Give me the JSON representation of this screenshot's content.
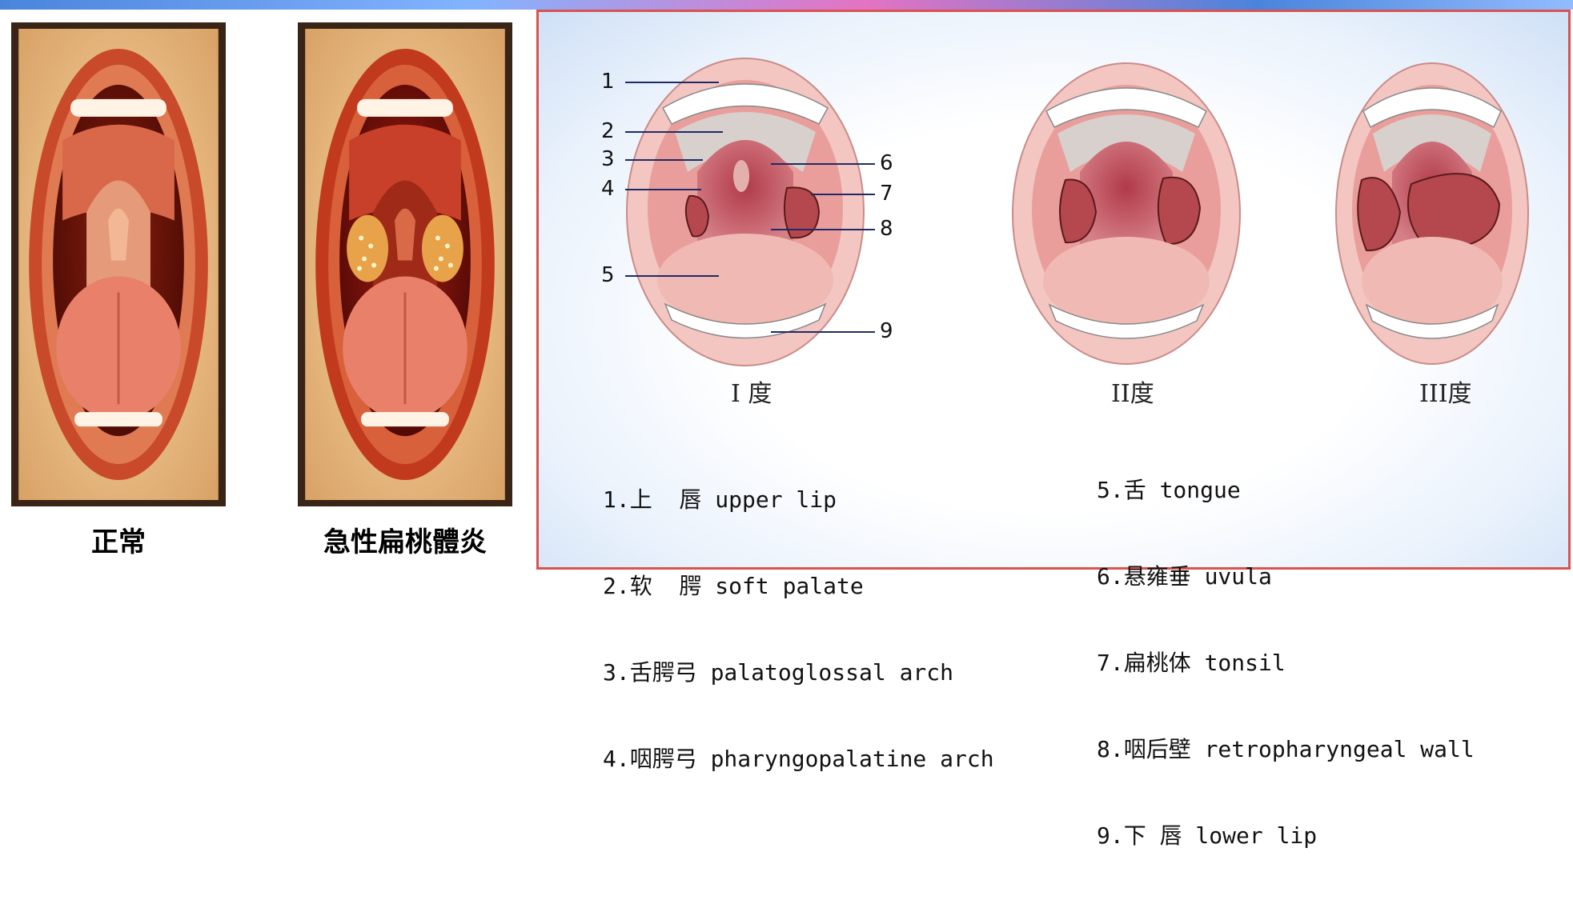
{
  "captions": {
    "normal": "正常",
    "acute": "急性扁桃體炎"
  },
  "grades": [
    "I 度",
    "II度",
    "III度"
  ],
  "callouts": [
    "1",
    "2",
    "3",
    "4",
    "5",
    "6",
    "7",
    "8",
    "9"
  ],
  "legend_left": [
    "1.上  唇 upper lip",
    "2.软  腭 soft palate",
    "3.舌腭弓 palatoglossal arch",
    "4.咽腭弓 pharyngopalatine arch"
  ],
  "legend_right": [
    "5.舌 tongue",
    "6.悬雍垂 uvula",
    "7.扁桃体 tonsil",
    "8.咽后壁 retropharyngeal wall",
    "9.下 唇 lower lip"
  ]
}
